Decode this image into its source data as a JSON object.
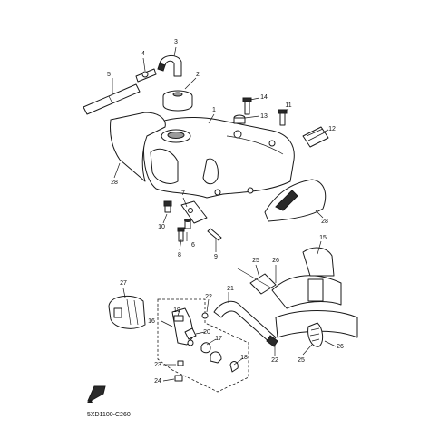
{
  "diagram": {
    "code": "5XD1100-C260",
    "callouts": [
      {
        "id": "c1",
        "text": "1"
      },
      {
        "id": "c2",
        "text": "2"
      },
      {
        "id": "c3",
        "text": "3"
      },
      {
        "id": "c4",
        "text": "4"
      },
      {
        "id": "c5",
        "text": "5"
      },
      {
        "id": "c6",
        "text": "6"
      },
      {
        "id": "c7",
        "text": "7"
      },
      {
        "id": "c8",
        "text": "8"
      },
      {
        "id": "c9",
        "text": "9"
      },
      {
        "id": "c10",
        "text": "10"
      },
      {
        "id": "c11",
        "text": "11"
      },
      {
        "id": "c12",
        "text": "12"
      },
      {
        "id": "c13",
        "text": "13"
      },
      {
        "id": "c14",
        "text": "14"
      },
      {
        "id": "c15",
        "text": "15"
      },
      {
        "id": "c16",
        "text": "16"
      },
      {
        "id": "c17",
        "text": "17"
      },
      {
        "id": "c18",
        "text": "18"
      },
      {
        "id": "c19",
        "text": "19"
      },
      {
        "id": "c20",
        "text": "20"
      },
      {
        "id": "c21",
        "text": "21"
      },
      {
        "id": "c22a",
        "text": "22"
      },
      {
        "id": "c22b",
        "text": "22"
      },
      {
        "id": "c23",
        "text": "23"
      },
      {
        "id": "c24",
        "text": "24"
      },
      {
        "id": "c25a",
        "text": "25"
      },
      {
        "id": "c25b",
        "text": "25"
      },
      {
        "id": "c26a",
        "text": "26"
      },
      {
        "id": "c26b",
        "text": "26"
      },
      {
        "id": "c27",
        "text": "27"
      },
      {
        "id": "c28a",
        "text": "28"
      },
      {
        "id": "c28b",
        "text": "28"
      }
    ]
  }
}
